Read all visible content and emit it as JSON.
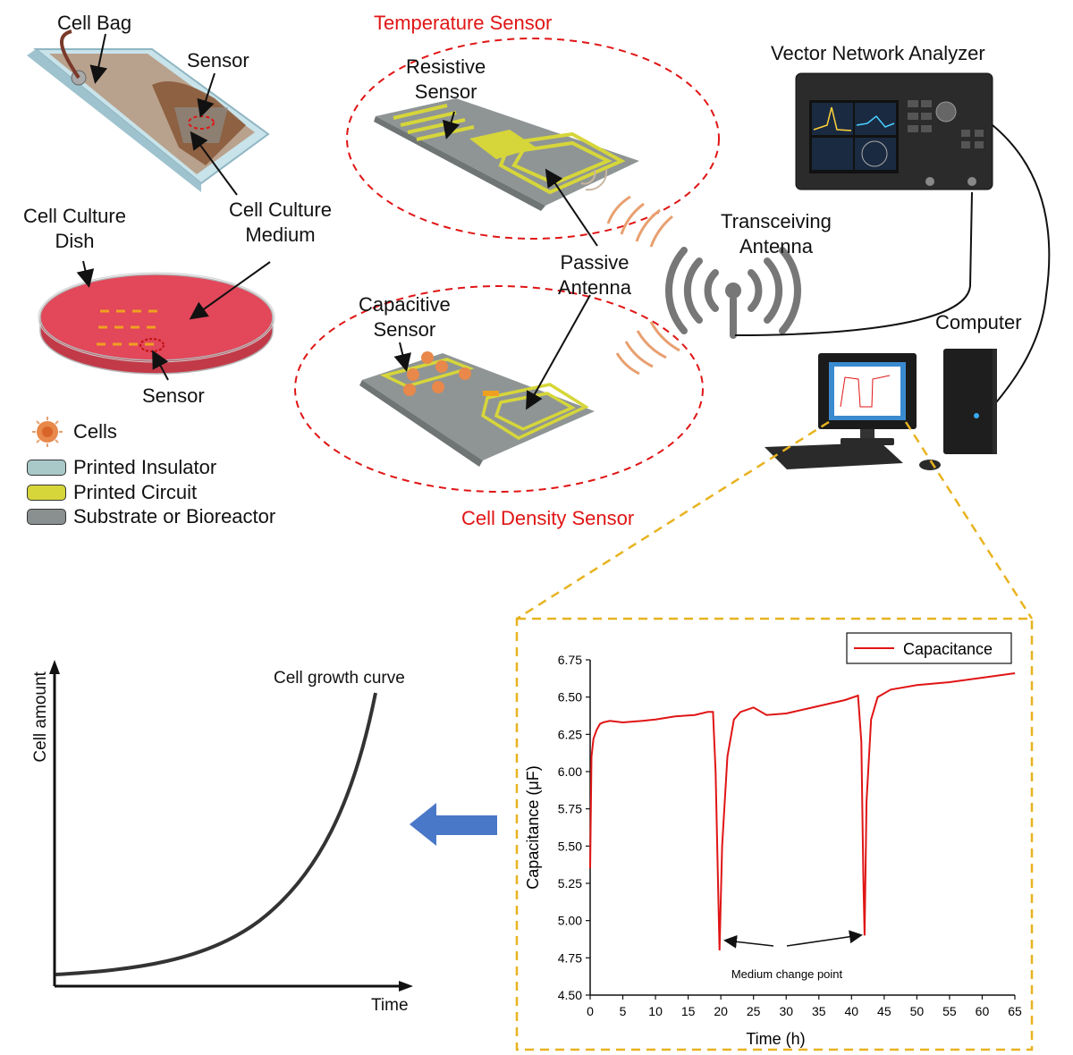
{
  "labels": {
    "cell_bag": "Cell Bag",
    "sensor_top": "Sensor",
    "cell_culture_medium": "Cell Culture\nMedium",
    "cell_culture_dish": "Cell Culture\nDish",
    "sensor_dish": "Sensor",
    "temperature_sensor": "Temperature Sensor",
    "resistive_sensor": "Resistive\nSensor",
    "passive_antenna": "Passive\nAntenna",
    "capacitive_sensor": "Capacitive\nSensor",
    "cell_density_sensor": "Cell Density Sensor",
    "vector_network_analyzer": "Vector Network Analyzer",
    "transceiving_antenna": "Transceiving\nAntenna",
    "computer": "Computer"
  },
  "legend": [
    {
      "label": "Cells",
      "color": "#e8884a",
      "kind": "cell"
    },
    {
      "label": "Printed Insulator",
      "color": "#a9c9c9",
      "kind": "swatch"
    },
    {
      "label": "Printed Circuit",
      "color": "#d6d63a",
      "kind": "swatch"
    },
    {
      "label": "Substrate or Bioreactor",
      "color": "#8a8f8f",
      "kind": "swatch"
    }
  ],
  "colors": {
    "red_accent": "#e01515",
    "frame_dash": "#e8b320",
    "arrow_blue": "#4a78c8",
    "dish_fill": "#e2475a"
  },
  "growth_chart": {
    "ylabel": "Cell amount",
    "xlabel": "Time",
    "curve_label": "Cell growth curve"
  },
  "chart_data": {
    "type": "line",
    "legend_position": "top-right",
    "grid": false,
    "xlabel": "Time (h)",
    "ylabel": "Capacitance (μF)",
    "xlim": [
      0,
      65
    ],
    "ylim": [
      4.5,
      6.75
    ],
    "xticks": [
      "0",
      "5",
      "10",
      "15",
      "20",
      "25",
      "30",
      "35",
      "40",
      "45",
      "50",
      "55",
      "60",
      "65"
    ],
    "yticks": [
      "4.50",
      "4.75",
      "5.00",
      "5.25",
      "5.50",
      "5.75",
      "6.00",
      "6.25",
      "6.50",
      "6.75"
    ],
    "annotation": "Medium change point",
    "series": [
      {
        "name": "Capacitance",
        "color": "#e01515",
        "x": [
          0,
          0.2,
          0.5,
          1,
          1.5,
          2,
          3,
          5,
          8,
          10,
          13,
          16,
          18,
          18.8,
          19.2,
          19.6,
          19.8,
          20.2,
          21,
          22,
          23,
          25,
          27,
          30,
          33,
          36,
          39,
          41,
          41.5,
          41.8,
          42,
          42.3,
          43,
          44,
          46,
          50,
          55,
          60,
          65
        ],
        "y": [
          5.35,
          6.1,
          6.22,
          6.28,
          6.32,
          6.33,
          6.34,
          6.33,
          6.34,
          6.35,
          6.37,
          6.38,
          6.4,
          6.4,
          6.0,
          5.2,
          4.8,
          5.5,
          6.1,
          6.35,
          6.4,
          6.43,
          6.38,
          6.39,
          6.42,
          6.45,
          6.48,
          6.51,
          6.2,
          5.3,
          4.9,
          5.8,
          6.35,
          6.5,
          6.55,
          6.58,
          6.6,
          6.63,
          6.66
        ]
      }
    ]
  }
}
